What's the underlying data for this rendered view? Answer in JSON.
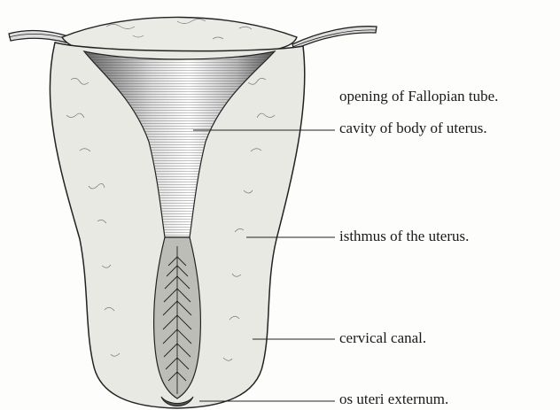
{
  "labels": {
    "fallopian_tube_opening": "opening of Fallopian tube.",
    "body_cavity": "cavity of body of uterus.",
    "isthmus": "isthmus of the uterus.",
    "cervical_canal": "cervical canal.",
    "os_uteri_externum": "os uteri externum."
  },
  "colors": {
    "ink": "#1a1a1a",
    "tissue": "#e9e9e4",
    "cavity_light": "#ffffff",
    "paper": "#fdfdfb"
  }
}
